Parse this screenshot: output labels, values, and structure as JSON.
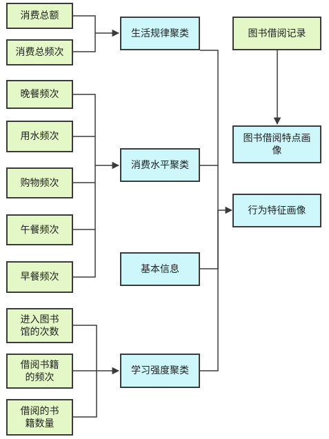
{
  "nodes": {
    "xiaofei_zonge": "消费总额",
    "xiaofei_zongpinci": "消费总频次",
    "wancan_pinci": "晚餐频次",
    "yongshui_pinci": "用水频次",
    "gouwu_pinci": "购物频次",
    "wucan_pinci": "午餐频次",
    "zaocan_pinci": "早餐频次",
    "jinru_tushuguan": "进入图书馆的次数",
    "jieyue_shuji_pinci": "借阅书籍的频次",
    "jieyue_shuji_shuliang": "借阅的书籍数量",
    "shenghuo_guilv": "生活规律聚类",
    "xiaofei_shuiping": "消费水平聚类",
    "jiben_xinxi": "基本信息",
    "xuexi_qiangdu": "学习强度聚类",
    "tushu_jieyue_jilu": "图书借阅记录",
    "tushu_jieyue_huaxiang": "图书借阅特点画像",
    "xingwei_huaxiang": "行为特征画像"
  },
  "colors": {
    "input_fill": "#e4f7c6",
    "cluster_fill": "#cdf7fb",
    "stroke": "#3a3a3a"
  }
}
